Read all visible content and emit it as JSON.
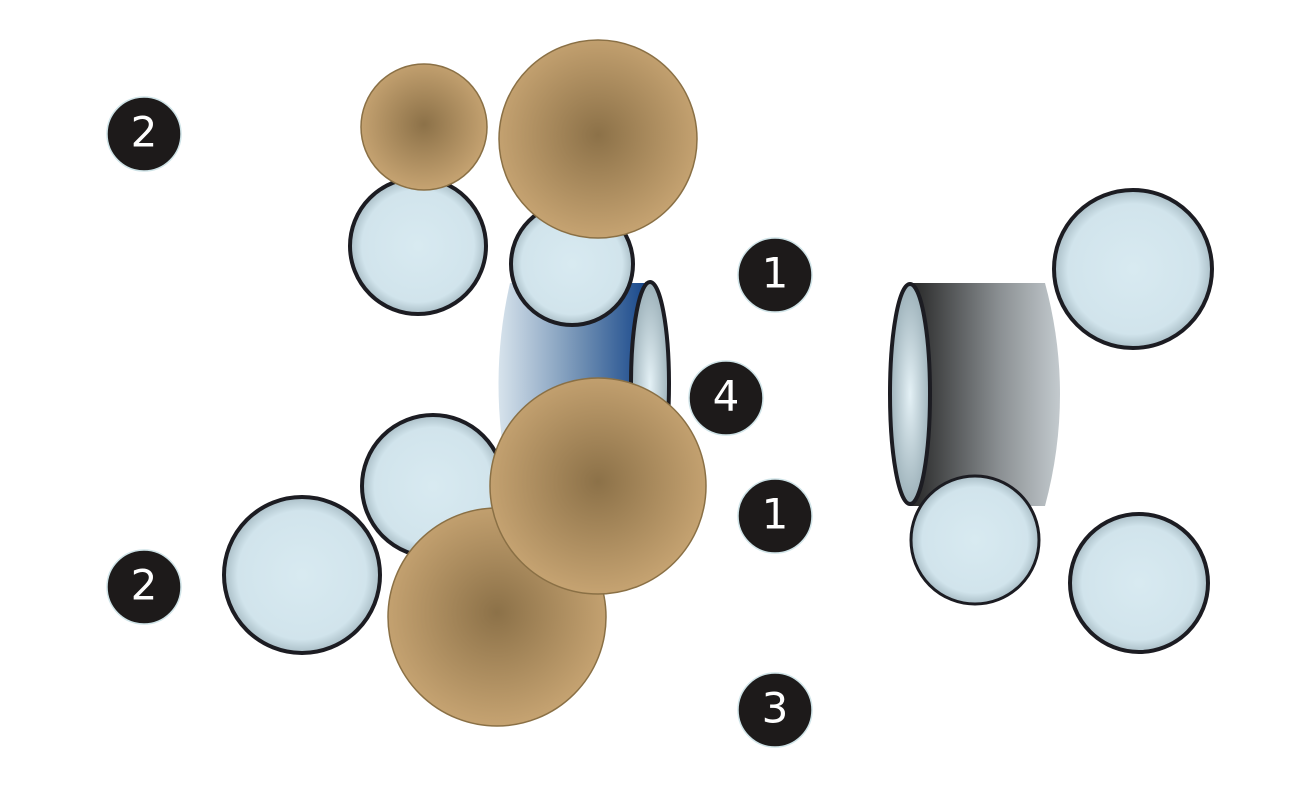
{
  "colors": {
    "background": "#ffffff",
    "badge": "#1d1a1a",
    "badge_ring": "#cfe3e7",
    "light_circle_center": "#d3e6ee",
    "light_circle_edge": "#8fa4ad",
    "circle_outline": "#1c1c22",
    "brown_circle_center": "#8e7349",
    "brown_circle_edge": "#c6a473",
    "blue_cylinder": "#1f4f8b",
    "grey_cylinder": "#2b2b2b"
  },
  "badges": {
    "b1": "2",
    "b2": "1",
    "b3": "4",
    "b4": "1",
    "b5": "2",
    "b6": "3"
  }
}
